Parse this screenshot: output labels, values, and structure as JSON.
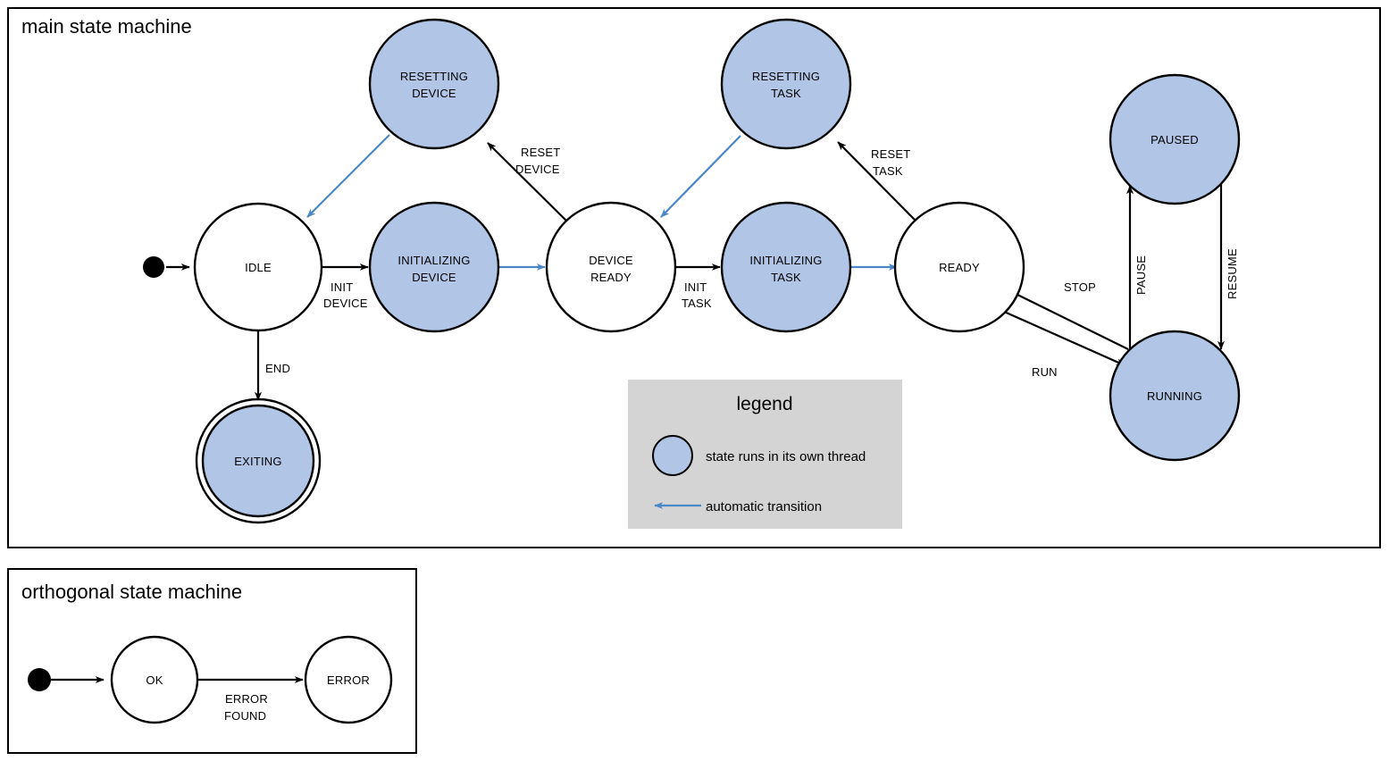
{
  "diagram": {
    "type": "state-machine",
    "colors": {
      "thread_state_fill": "#b1c5e7",
      "plain_state_fill": "#ffffff",
      "stroke": "#000000",
      "auto_transition": "#4a86c8",
      "legend_background": "#d4d4d4"
    }
  },
  "main": {
    "title": "main state machine",
    "states": [
      {
        "id": "idle",
        "label_line1": "IDLE",
        "label_line2": "",
        "threaded": false,
        "final": false
      },
      {
        "id": "resetting-device",
        "label_line1": "RESETTING",
        "label_line2": "DEVICE",
        "threaded": true,
        "final": false
      },
      {
        "id": "initializing-device",
        "label_line1": "INITIALIZING",
        "label_line2": "DEVICE",
        "threaded": true,
        "final": false
      },
      {
        "id": "device-ready",
        "label_line1": "DEVICE",
        "label_line2": "READY",
        "threaded": false,
        "final": false
      },
      {
        "id": "resetting-task",
        "label_line1": "RESETTING",
        "label_line2": "TASK",
        "threaded": true,
        "final": false
      },
      {
        "id": "initializing-task",
        "label_line1": "INITIALIZING",
        "label_line2": "TASK",
        "threaded": true,
        "final": false
      },
      {
        "id": "ready",
        "label_line1": "READY",
        "label_line2": "",
        "threaded": false,
        "final": false
      },
      {
        "id": "paused",
        "label_line1": "PAUSED",
        "label_line2": "",
        "threaded": true,
        "final": false
      },
      {
        "id": "running",
        "label_line1": "RUNNING",
        "label_line2": "",
        "threaded": true,
        "final": false
      },
      {
        "id": "exiting",
        "label_line1": "EXITING",
        "label_line2": "",
        "threaded": true,
        "final": true
      }
    ],
    "transitions": [
      {
        "id": "start-idle",
        "from": "initial",
        "to": "idle",
        "label_line1": "",
        "label_line2": "",
        "automatic": false
      },
      {
        "id": "idle-init-device",
        "from": "idle",
        "to": "initializing-device",
        "label_line1": "INIT",
        "label_line2": "DEVICE",
        "automatic": false
      },
      {
        "id": "idle-end",
        "from": "idle",
        "to": "exiting",
        "label_line1": "END",
        "label_line2": "",
        "automatic": false
      },
      {
        "id": "init-device-auto",
        "from": "initializing-device",
        "to": "device-ready",
        "label_line1": "",
        "label_line2": "",
        "automatic": true
      },
      {
        "id": "device-ready-reset",
        "from": "device-ready",
        "to": "resetting-device",
        "label_line1": "RESET",
        "label_line2": "DEVICE",
        "automatic": false
      },
      {
        "id": "resetting-device-auto",
        "from": "resetting-device",
        "to": "idle",
        "label_line1": "",
        "label_line2": "",
        "automatic": true
      },
      {
        "id": "device-ready-init",
        "from": "device-ready",
        "to": "initializing-task",
        "label_line1": "INIT",
        "label_line2": "TASK",
        "automatic": false
      },
      {
        "id": "init-task-auto",
        "from": "initializing-task",
        "to": "ready",
        "label_line1": "",
        "label_line2": "",
        "automatic": true
      },
      {
        "id": "ready-reset-task",
        "from": "ready",
        "to": "resetting-task",
        "label_line1": "RESET",
        "label_line2": "TASK",
        "automatic": false
      },
      {
        "id": "resetting-task-auto",
        "from": "resetting-task",
        "to": "device-ready",
        "label_line1": "",
        "label_line2": "",
        "automatic": true
      },
      {
        "id": "ready-run",
        "from": "ready",
        "to": "running",
        "label_line1": "RUN",
        "label_line2": "",
        "automatic": false
      },
      {
        "id": "running-stop",
        "from": "running",
        "to": "ready",
        "label_line1": "STOP",
        "label_line2": "",
        "automatic": false
      },
      {
        "id": "running-pause",
        "from": "running",
        "to": "paused",
        "label_line1": "PAUSE",
        "label_line2": "",
        "automatic": false
      },
      {
        "id": "paused-resume",
        "from": "paused",
        "to": "running",
        "label_line1": "RESUME",
        "label_line2": "",
        "automatic": false
      }
    ]
  },
  "legend": {
    "title": "legend",
    "items": [
      {
        "id": "thread-state",
        "symbol": "filled-circle",
        "text": "state runs in its own thread"
      },
      {
        "id": "automatic-transition",
        "symbol": "blue-arrow",
        "text": "automatic transition"
      }
    ]
  },
  "orthogonal": {
    "title": "orthogonal state machine",
    "states": [
      {
        "id": "ok",
        "label_line1": "OK",
        "label_line2": "",
        "threaded": false,
        "final": false
      },
      {
        "id": "error",
        "label_line1": "ERROR",
        "label_line2": "",
        "threaded": false,
        "final": false
      }
    ],
    "transitions": [
      {
        "id": "start-ok",
        "from": "initial",
        "to": "ok",
        "label_line1": "",
        "label_line2": "",
        "automatic": false
      },
      {
        "id": "ok-to-error",
        "from": "ok",
        "to": "error",
        "label_line1": "ERROR",
        "label_line2": "FOUND",
        "automatic": false
      }
    ]
  }
}
